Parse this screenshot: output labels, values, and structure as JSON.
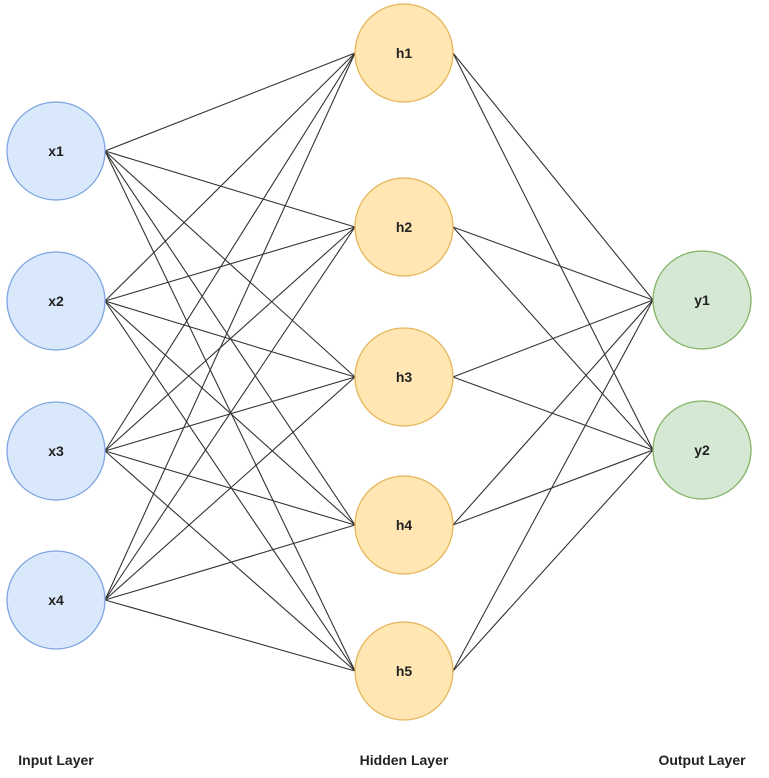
{
  "diagram": {
    "layers": [
      {
        "name": "Input Layer",
        "fill": "#dae8fc",
        "stroke": "#7ea6e0",
        "nodes": [
          "x1",
          "x2",
          "x3",
          "x4"
        ]
      },
      {
        "name": "Hidden Layer",
        "fill": "#ffe6b3",
        "stroke": "#e6b65a",
        "nodes": [
          "h1",
          "h2",
          "h3",
          "h4",
          "h5"
        ]
      },
      {
        "name": "Output Layer",
        "fill": "#d5e8d4",
        "stroke": "#82b366",
        "nodes": [
          "y1",
          "y2"
        ]
      }
    ],
    "connections": "fully-connected",
    "edge_color": "#333333"
  }
}
